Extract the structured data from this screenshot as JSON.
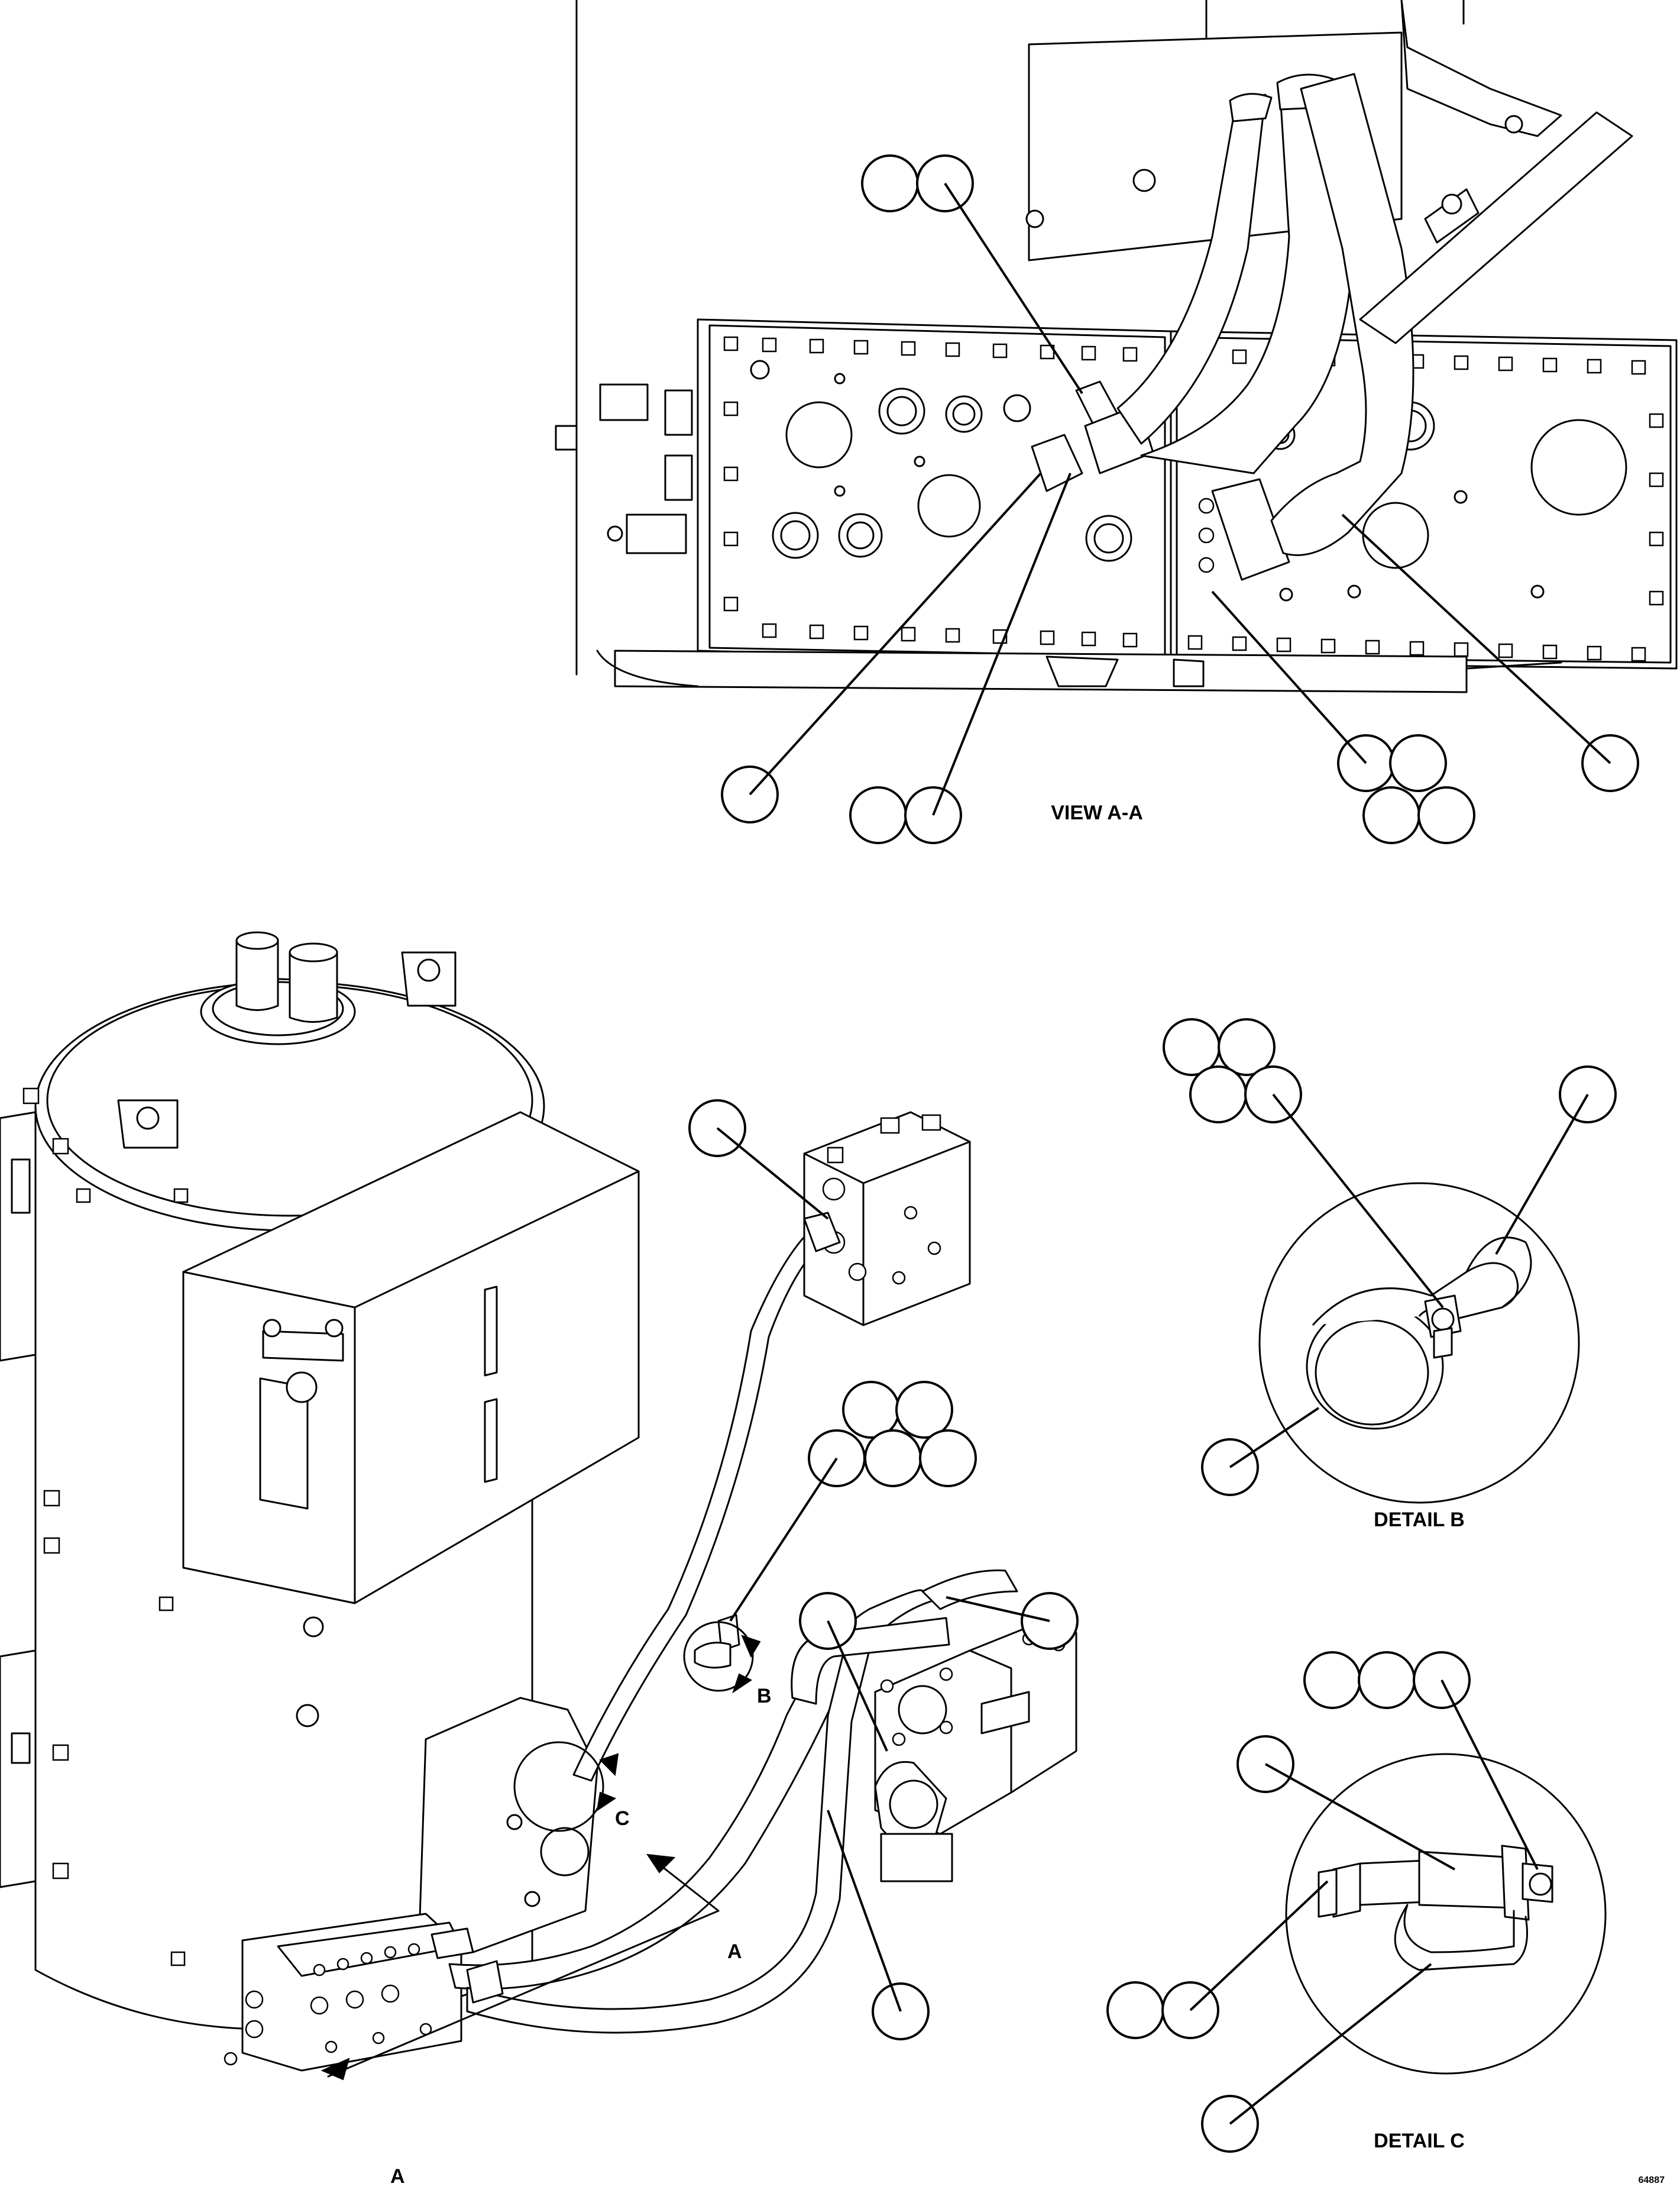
{
  "labels": {
    "view_aa": "VIEW A-A",
    "detail_b": "DETAIL B",
    "detail_c": "DETAIL C",
    "section_a_left": "A",
    "section_a_right": "A",
    "detail_b_marker": "B",
    "detail_c_marker": "C",
    "drawing_number": "64887"
  }
}
